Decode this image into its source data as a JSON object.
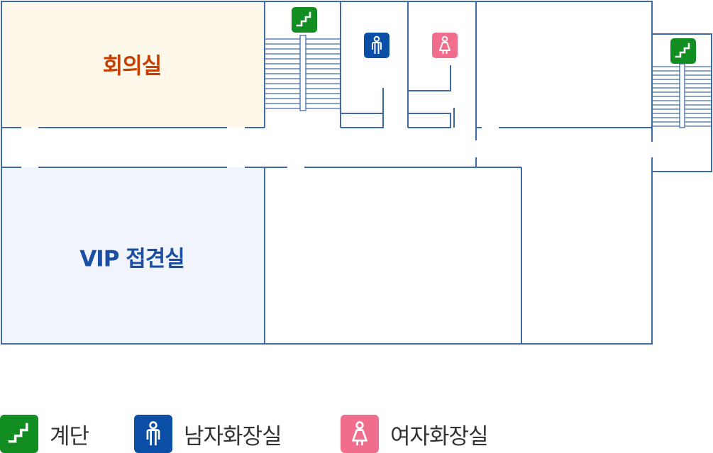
{
  "rooms": {
    "meeting_room": {
      "label": "회의실",
      "color": "#c63f00",
      "fill": "#fdf8ea"
    },
    "vip_room": {
      "label": "VIP 접견실",
      "color": "#1a4fa3",
      "fill": "#f1f4fa"
    }
  },
  "colors": {
    "wall": "#3e6aa6",
    "stairs": "#118d22",
    "mens_restroom": "#0a4ea6",
    "womens_restroom": "#f06d8d"
  },
  "legend": [
    {
      "icon": "stairs-icon",
      "label": "계단"
    },
    {
      "icon": "mens-restroom-icon",
      "label": "남자화장실"
    },
    {
      "icon": "womens-restroom-icon",
      "label": "여자화장실"
    }
  ]
}
